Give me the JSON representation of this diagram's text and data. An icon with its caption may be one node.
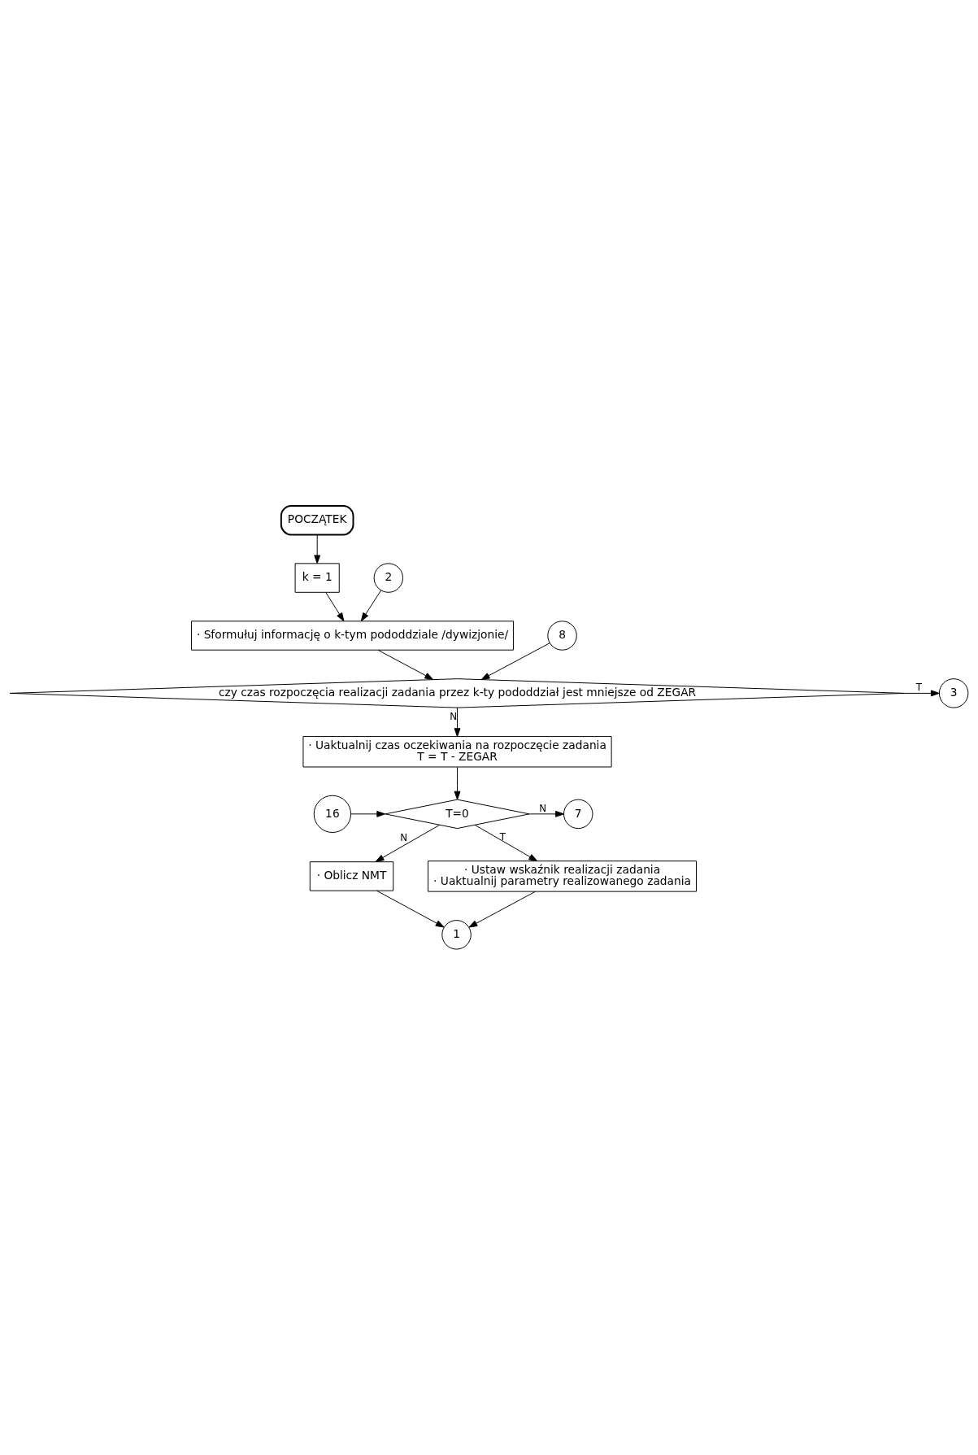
{
  "diagram": {
    "nodes": [
      {
        "text": [
          "POCZĄTEK"
        ]
      },
      {
        "text": [
          "k = 1"
        ]
      },
      {
        "text": [
          "2"
        ]
      },
      {
        "text": [
          "· Sformułuj informację o k-tym pododdziale /dywizjonie/"
        ]
      },
      {
        "text": [
          "8"
        ]
      },
      {
        "text": [
          "czy czas rozpoczęcia realizacji zadania przez k-ty pododdział jest mniejsze od ZEGAR"
        ]
      },
      {
        "text": [
          "3"
        ]
      },
      {
        "text": [
          "· Uaktualnij czas oczekiwania na rozpoczęcie zadania",
          "T = T - ZEGAR"
        ]
      },
      {
        "text": [
          "16"
        ]
      },
      {
        "text": [
          "T=0"
        ]
      },
      {
        "text": [
          "7"
        ]
      },
      {
        "text": [
          "· Oblicz NMT"
        ]
      },
      {
        "text": [
          "· Ustaw wskaźnik realizacji zadania",
          "· Uaktualnij parametry realizowanego zadania"
        ]
      },
      {
        "text": [
          "1"
        ]
      }
    ],
    "edges": [
      {
        "from": 0,
        "to": 1,
        "arrow": "to"
      },
      {
        "from": 1,
        "to": 3,
        "arrow": "to"
      },
      {
        "from": 2,
        "to": 3,
        "arrow": "to"
      },
      {
        "from": 3,
        "to": 5,
        "arrow": "to"
      },
      {
        "from": 4,
        "to": 5,
        "arrow": "to"
      },
      {
        "from": 5,
        "to": 6,
        "arrow": "to",
        "label": "T"
      },
      {
        "from": 5,
        "to": 7,
        "arrow": "to",
        "label": "N"
      },
      {
        "from": 7,
        "to": 9,
        "arrow": "to"
      },
      {
        "from": 8,
        "to": 9,
        "arrow": "to"
      },
      {
        "from": 9,
        "to": 10,
        "arrow": "to",
        "label": "N"
      },
      {
        "from": 9,
        "to": 11,
        "arrow": "to",
        "label": "N"
      },
      {
        "from": 9,
        "to": 12,
        "arrow": "to",
        "label": "T"
      },
      {
        "from": 11,
        "to": 13,
        "arrow": "to"
      },
      {
        "from": 12,
        "to": 13,
        "arrow": "to"
      }
    ]
  }
}
